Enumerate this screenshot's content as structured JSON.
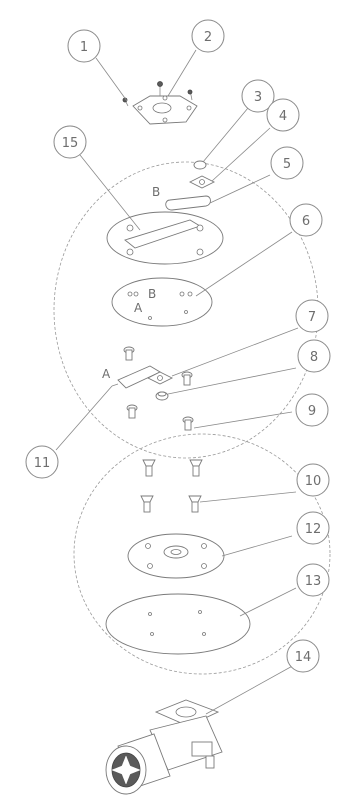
{
  "diagram": {
    "balloons": [
      {
        "id": "1",
        "label": "1"
      },
      {
        "id": "2",
        "label": "2"
      },
      {
        "id": "3",
        "label": "3"
      },
      {
        "id": "4",
        "label": "4"
      },
      {
        "id": "5",
        "label": "5"
      },
      {
        "id": "6",
        "label": "6"
      },
      {
        "id": "7",
        "label": "7"
      },
      {
        "id": "8",
        "label": "8"
      },
      {
        "id": "9",
        "label": "9"
      },
      {
        "id": "10",
        "label": "10"
      },
      {
        "id": "11",
        "label": "11"
      },
      {
        "id": "12",
        "label": "12"
      },
      {
        "id": "13",
        "label": "13"
      },
      {
        "id": "14",
        "label": "14"
      },
      {
        "id": "15",
        "label": "15"
      }
    ],
    "reference_letters": {
      "a": "A",
      "b": "B"
    },
    "colors": {
      "line": "#8a8a8a",
      "text": "#6e6e6e",
      "background": "#ffffff"
    }
  }
}
